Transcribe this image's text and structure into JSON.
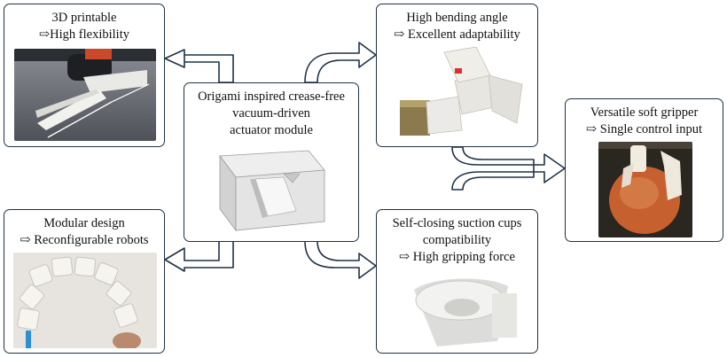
{
  "center": {
    "lines": [
      "Origami inspired crease-free",
      "vacuum-driven",
      "actuator module"
    ]
  },
  "printable": {
    "lines": [
      "3D printable",
      "⇨High flexibility"
    ]
  },
  "modular": {
    "lines": [
      "Modular design",
      "⇨ Reconfigurable robots"
    ]
  },
  "bending": {
    "lines": [
      "High bending angle",
      "⇨ Excellent adaptability"
    ]
  },
  "suction": {
    "lines": [
      "Self-closing suction cups",
      "compatibility",
      "⇨ High gripping force"
    ]
  },
  "gripper": {
    "lines": [
      "Versatile soft gripper",
      "⇨ Single control input"
    ]
  },
  "colors": {
    "border": "#1f3246",
    "arrow_stroke": "#1f3246"
  }
}
